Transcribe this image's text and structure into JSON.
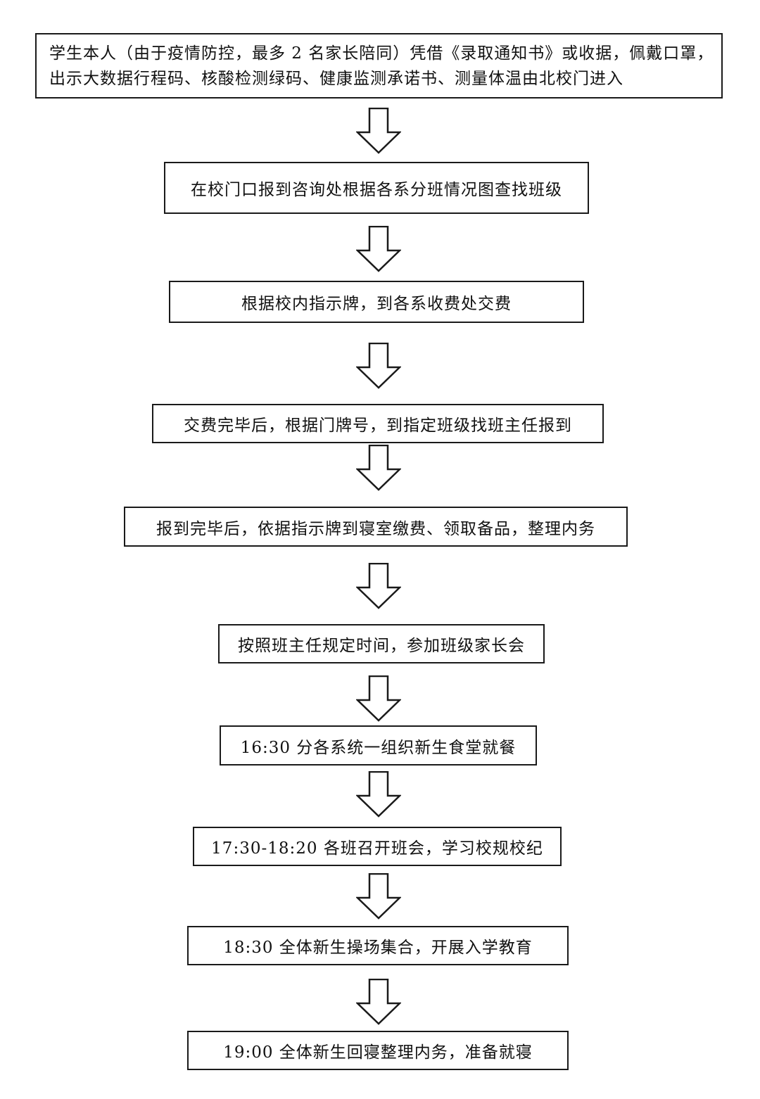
{
  "flowchart": {
    "steps": [
      {
        "lines": [
          "学生本人（由于疫情防控，最多 2 名家长陪同）凭借《录取通知书》或收据，佩戴口罩，",
          "出示大数据行程码、核酸检测绿码、健康监测承诺书、测量体温由北校门进入"
        ]
      },
      {
        "text": "在校门口报到咨询处根据各系分班情况图查找班级"
      },
      {
        "text": "根据校内指示牌，到各系收费处交费"
      },
      {
        "text": "交费完毕后，根据门牌号，到指定班级找班主任报到"
      },
      {
        "text": "报到完毕后，依据指示牌到寝室缴费、领取备品，整理内务"
      },
      {
        "text": "按照班主任规定时间，参加班级家长会"
      },
      {
        "text": "16:30 分各系统一组织新生食堂就餐"
      },
      {
        "text": "17:30-18:20 各班召开班会，学习校规校纪"
      },
      {
        "text": "18:30 全体新生操场集合，开展入学教育"
      },
      {
        "text": "19:00 全体新生回寝整理内务，准备就寝"
      }
    ],
    "colors": {
      "border": "#1a1a1a",
      "arrow": "#1a1a1a",
      "background": "#ffffff"
    }
  }
}
